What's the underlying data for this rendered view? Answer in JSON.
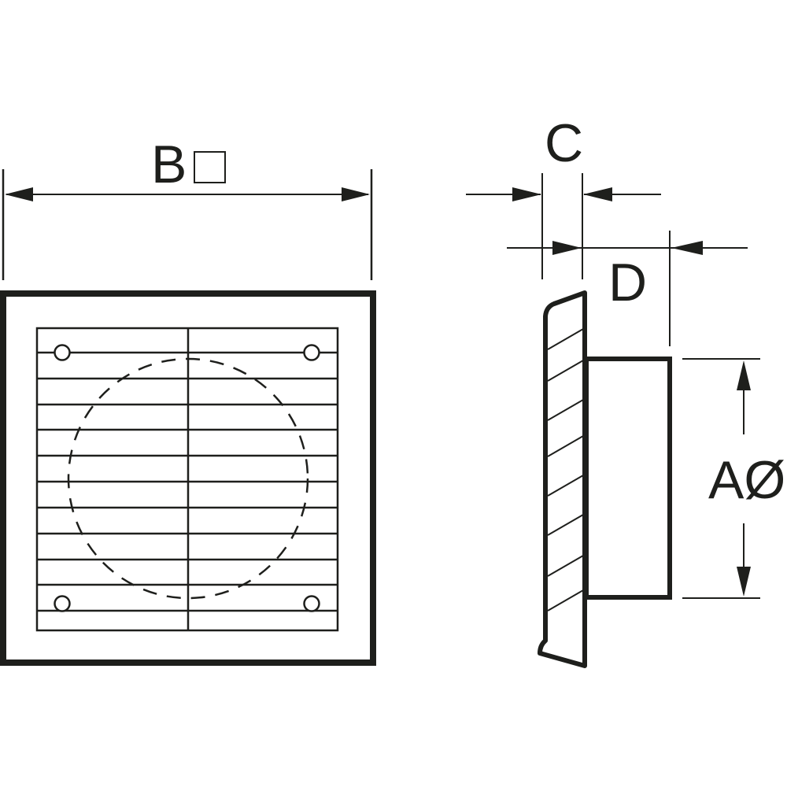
{
  "diagram": {
    "type": "technical-drawing",
    "subject": "square ventilation grille with round spigot",
    "line_color": "#1e1f1c",
    "background": "#ffffff",
    "views": {
      "front": {
        "label": "front view",
        "slat_count": 12,
        "screw_holes": 4,
        "hidden_circle": "dashed spigot outline"
      },
      "side": {
        "label": "side view",
        "hatch_lines": 9
      }
    },
    "dimensions": {
      "B": {
        "letter": "B",
        "symbol": "□",
        "meaning": "square outer width"
      },
      "C": {
        "letter": "C",
        "meaning": "grille frame depth"
      },
      "D": {
        "letter": "D",
        "meaning": "spigot length"
      },
      "A": {
        "letter": "A",
        "symbol": "Ø",
        "meaning": "spigot diameter"
      }
    }
  }
}
